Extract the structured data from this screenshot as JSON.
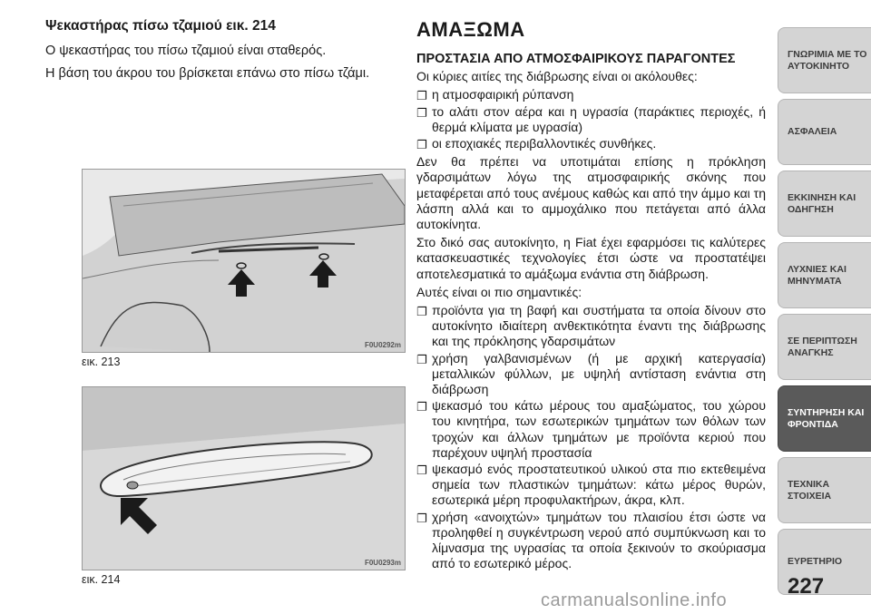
{
  "left": {
    "heading": "Ψεκαστήρας πίσω τζαμιού εικ. 214",
    "paragraphs": [
      "Ο ψεκαστήρας του πίσω τζαμιού είναι σταθερός.",
      "Η βάση του άκρου του βρίσκεται επάνω στο πίσω τζάμι."
    ]
  },
  "figures": [
    {
      "caption": "εικ. 213",
      "code": "F0U0292m"
    },
    {
      "caption": "εικ. 214",
      "code": "F0U0293m"
    }
  ],
  "right": {
    "title": "ΑΜΑΞΩΜΑ",
    "subtitle": "ΠΡΟΣΤΑΣΙΑ ΑΠΟ ΑΤΜΟΣΦΑΙΡΙΚΟΥΣ ΠΑΡΑΓΟΝΤΕΣ",
    "intro": "Οι κύριες αιτίες της διάβρωσης είναι οι ακόλουθες:",
    "causes": [
      "η ατμοσφαιρική ρύπανση",
      "το αλάτι στον αέρα και η υγρασία (παράκτιες περιοχές, ή θερμά κλίματα με υγρασία)",
      "οι εποχιακές περιβαλλοντικές συνθήκες."
    ],
    "p1": "Δεν θα πρέπει να υποτιμάται επίσης η πρόκληση γδαρσιμάτων λόγω της ατμοσφαιρικής σκόνης που μεταφέρεται από τους ανέμους καθώς και από την άμμο και τη λάσπη αλλά και το αμμοχάλικο που πετάγεται από άλλα αυτοκίνητα.",
    "p2": "Στο δικό σας αυτοκίνητο, η Fiat έχει εφαρμόσει τις καλύτερες κατασκευαστικές τεχνολογίες έτσι ώστε να προστατέψει αποτελεσματικά το αμάξωμα ενάντια στη διάβρωση.",
    "p3": "Αυτές είναι οι πιο σημαντικές:",
    "measures": [
      "προϊόντα για τη βαφή και συστήματα τα οποία δίνουν στο αυτοκίνητο ιδιαίτερη ανθεκτικότητα έναντι της διάβρωσης και της πρόκλησης γδαρσιμάτων",
      "χρήση γαλβανισμένων (ή με αρχική κατεργασία) μεταλλικών φύλλων, με υψηλή αντίσταση ενάντια στη διάβρωση",
      "ψεκασμό του κάτω μέρους του αμαξώματος, του χώρου του κινητήρα, των εσωτερικών τμημάτων των θόλων των τροχών και άλλων τμημάτων με προϊόντα κεριού που παρέχουν υψηλή προστασία",
      "ψεκασμό ενός προστατευτικού υλικού στα πιο εκτεθειμένα σημεία των πλαστικών τμημάτων: κάτω μέρος θυρών, εσωτερικά μέρη προφυλακτήρων, άκρα, κλπ.",
      "χρήση «ανοιχτών» τμημάτων του πλαισίου έτσι ώστε να προληφθεί η συγκέντρωση νερού από συμπύκνωση και το λίμνασμα της υγρασίας τα οποία ξεκινούν το σκούριασμα από το εσωτερικό μέρος."
    ]
  },
  "tabs": [
    {
      "label": "ΓΝΩΡΙΜΙΑ ΜΕ ΤΟ\nΑΥΤΟΚΙΝΗΤΟ",
      "active": false
    },
    {
      "label": "ΑΣΦΑΛΕΙΑ",
      "active": false
    },
    {
      "label": "ΕΚΚΙΝΗΣΗ ΚΑΙ\nΟΔΗΓΗΣΗ",
      "active": false
    },
    {
      "label": "ΛΥΧΝΙΕΣ ΚΑΙ\nΜΗΝΥΜΑΤΑ",
      "active": false
    },
    {
      "label": "ΣΕ ΠΕΡΙΠΤΩΣΗ\nΑΝΑΓΚΗΣ",
      "active": false
    },
    {
      "label": "ΣΥΝΤΗΡΗΣΗ ΚΑΙ\nΦΡΟΝΤΙΔΑ",
      "active": true
    },
    {
      "label": "ΤΕΧΝΙΚΑ ΣΤΟΙΧΕΙΑ",
      "active": false
    },
    {
      "label": "ΕΥΡΕΤΗΡΙΟ",
      "active": false
    }
  ],
  "page_number": "227",
  "watermark": "carmanualsonline.info",
  "bullet_glyph": "❐"
}
